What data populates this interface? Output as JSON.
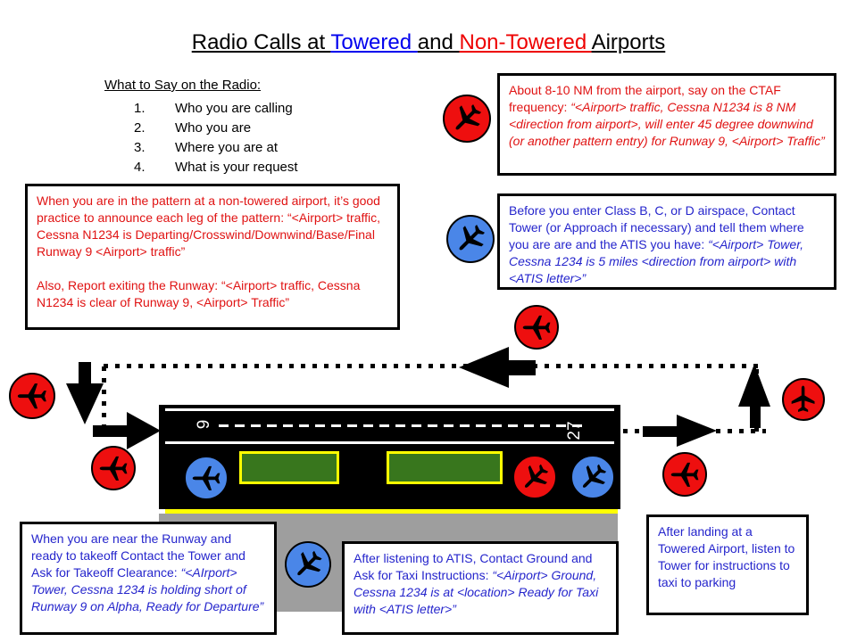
{
  "title": {
    "part1": "Radio Calls at ",
    "towered": "Towered ",
    "part2": "and ",
    "non_towered": "Non-Towered ",
    "part3": "Airports"
  },
  "radio_list": {
    "heading": "What to Say on the Radio:",
    "items": [
      {
        "num": "1.",
        "text": "Who you are calling"
      },
      {
        "num": "2.",
        "text": "Who you are"
      },
      {
        "num": "3.",
        "text": "Where you are at"
      },
      {
        "num": "4.",
        "text": "What is your request"
      }
    ]
  },
  "boxes": {
    "ctaf": {
      "plain": "About 8-10 NM from the airport, say on the CTAF frequency: ",
      "quote": "“<Airport> traffic, Cessna N1234 is 8 NM <direction from airport>, will enter 45 degree downwind (or another pattern entry) for Runway 9, <Airport> Traffic”"
    },
    "tower": {
      "plain": "Before you enter Class B, C, or D airspace, Contact Tower (or Approach if necessary) and tell them where you are are and the ATIS you have: ",
      "quote": "“<Airport> Tower, Cessna 1234 is 5 miles <direction from airport> with <ATIS letter>”"
    },
    "pattern": {
      "p1": "When you are in the pattern at a non-towered airport, it’s good practice to announce each leg of the pattern: “<Airport> traffic, Cessna N1234 is Departing/Crosswind/Downwind/Base/Final Runway 9 <Airport> traffic”",
      "p2": "Also, Report exiting the Runway: “<Airport> traffic, Cessna N1234 is clear of Runway 9, <Airport> Traffic”"
    },
    "takeoff": {
      "plain": "When you are near the Runway and ready to takeoff Contact the Tower and Ask for Takeoff Clearance: ",
      "quote": "“<AIrport> Tower, Cessna 1234 is holding short of Runway 9 on Alpha, Ready for Departure”"
    },
    "ground": {
      "plain": "After listening to ATIS, Contact Ground and Ask for Taxi Instructions: ",
      "quote": "“<Airport> Ground, Cessna 1234 is at <location> Ready for Taxi with <ATIS letter>”"
    },
    "landing": {
      "plain": "After landing at a Towered Airport, listen to Tower for instructions to taxi to parking"
    }
  },
  "runway": {
    "left_number": "9",
    "right_number": "27"
  },
  "icons": {
    "airplane": "airplane-silhouette-in-circle",
    "arrow": "solid-black-traffic-pattern-arrow"
  },
  "colors": {
    "title_towered": "#0000ee",
    "title_non_towered": "#ee0000",
    "red_text": "#e01212",
    "blue_text": "#2525cc",
    "plane_red": "#ee0f0f",
    "plane_blue": "#4a86e8",
    "sign_green": "#38761d",
    "sign_border": "#ffff00",
    "taxiway_yellow": "#ffff00",
    "apron_gray": "#9e9e9e",
    "runway_black": "#000000"
  }
}
